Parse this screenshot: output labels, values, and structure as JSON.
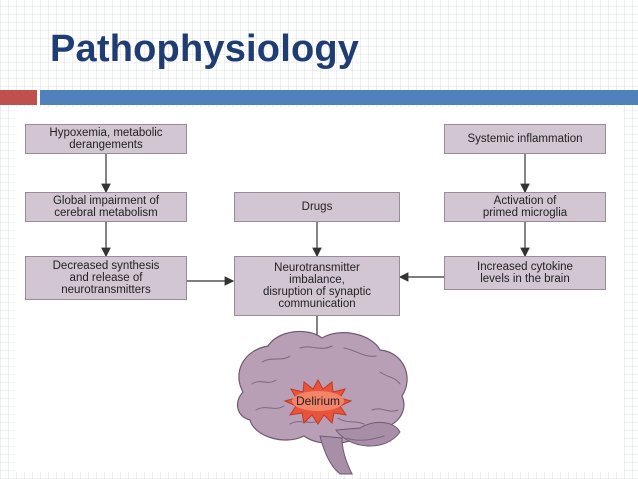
{
  "slide": {
    "title": "Pathophysiology"
  },
  "diagram": {
    "boxes": {
      "hypoxemia": "Hypoxemia, metabolic\nderangements",
      "global_impairment": "Global impairment of\ncerebral metabolism",
      "decreased_synthesis": "Decreased synthesis\nand release of\nneurotransmitters",
      "drugs": "Drugs",
      "neurotransmitter_imbalance": "Neurotransmitter\nimbalance,\ndisruption of synaptic\ncommunication",
      "systemic_inflammation": "Systemic inflammation",
      "activation_microglia": "Activation of\nprimed microglia",
      "increased_cytokine": "Increased cytokine\nlevels in the brain"
    },
    "center_label": "Delirium"
  },
  "colors": {
    "title": "#1f3d73",
    "accent_red": "#c0504d",
    "accent_blue": "#4f81bd",
    "box_fill": "#d2c6d3",
    "brain_fill": "#b89fb6"
  },
  "icons": {
    "brain": "brain-illustration",
    "burst": "starburst-shape"
  }
}
